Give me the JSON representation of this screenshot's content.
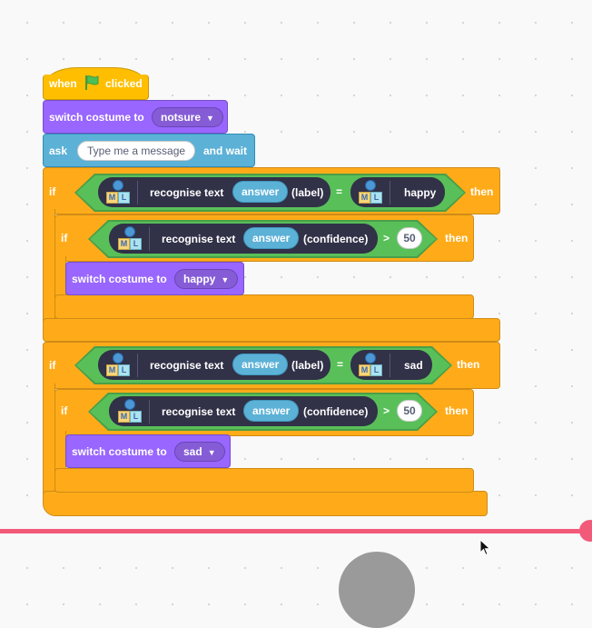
{
  "blocks": {
    "hat": {
      "when": "when",
      "clicked": "clicked"
    },
    "switch1": {
      "label": "switch costume to",
      "value": "notsure"
    },
    "ask": {
      "label": "ask",
      "value": "Type me a message",
      "suffix": "and wait"
    },
    "if1": {
      "if_label": "if",
      "then_label": "then",
      "reporter": {
        "label": "recognise text",
        "arg": "answer",
        "prop": "(label)"
      },
      "op": "=",
      "right_reporter": {
        "label": "happy"
      },
      "inner_if": {
        "if_label": "if",
        "then_label": "then",
        "reporter": {
          "label": "recognise text",
          "arg": "answer",
          "prop": "(confidence)"
        },
        "op": ">",
        "value": "50",
        "action": {
          "label": "switch costume to",
          "value": "happy"
        }
      }
    },
    "if2": {
      "if_label": "if",
      "then_label": "then",
      "reporter": {
        "label": "recognise text",
        "arg": "answer",
        "prop": "(label)"
      },
      "op": "=",
      "right_reporter": {
        "label": "sad"
      },
      "inner_if": {
        "if_label": "if",
        "then_label": "then",
        "reporter": {
          "label": "recognise text",
          "arg": "answer",
          "prop": "(confidence)"
        },
        "op": ">",
        "value": "50",
        "action": {
          "label": "switch costume to",
          "value": "sad"
        }
      }
    }
  },
  "ml_icon": {
    "m": "M",
    "l": "L"
  },
  "colors": {
    "events": "#ffbf00",
    "looks": "#9966ff",
    "sensing": "#5cb1d6",
    "control": "#ffab19",
    "operators": "#59c059",
    "ml_reporter": "#313148",
    "timeline": "#f25a7a"
  }
}
